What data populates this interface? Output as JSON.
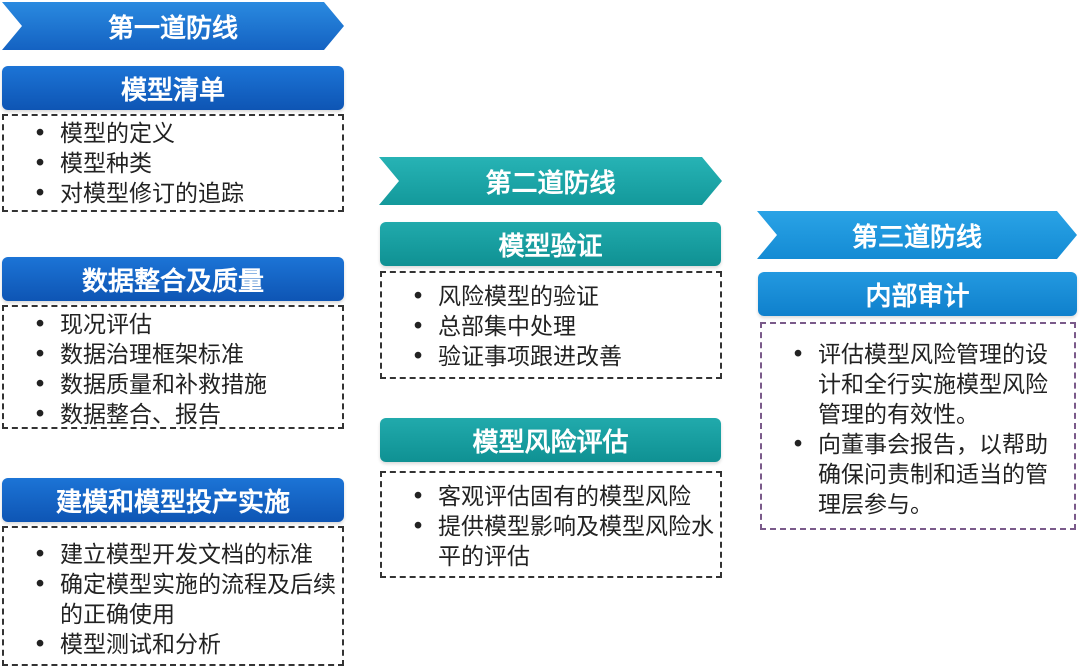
{
  "lines": [
    {
      "title": "第一道防线",
      "color": "#1769c8",
      "groups": [
        {
          "header": "模型清单",
          "items": [
            "模型的定义",
            "模型种类",
            "对模型修订的追踪"
          ]
        },
        {
          "header": "数据整合及质量",
          "items": [
            "现况评估",
            "数据治理框架标准",
            "数据质量和补救措施",
            "数据整合、报告"
          ]
        },
        {
          "header": "建模和模型投产实施",
          "items": [
            "建立模型开发文档的标准",
            "确定模型实施的流程及后续的正确使用",
            "模型测试和分析"
          ]
        }
      ]
    },
    {
      "title": "第二道防线",
      "color": "#1aa3a5",
      "groups": [
        {
          "header": "模型验证",
          "items": [
            "风险模型的验证",
            "总部集中处理",
            "验证事项跟进改善"
          ]
        },
        {
          "header": "模型风险评估",
          "items": [
            "客观评估固有的模型风险",
            "提供模型影响及模型风险水平的评估"
          ]
        }
      ]
    },
    {
      "title": "第三道防线",
      "color": "#1a90d8",
      "groups": [
        {
          "header": "内部审计",
          "items": [
            "评估模型风险管理的设计和全行实施模型风险管理的有效性。",
            "向董事会报告，以帮助确保问责制和适当的管理层参与。"
          ]
        }
      ]
    }
  ]
}
